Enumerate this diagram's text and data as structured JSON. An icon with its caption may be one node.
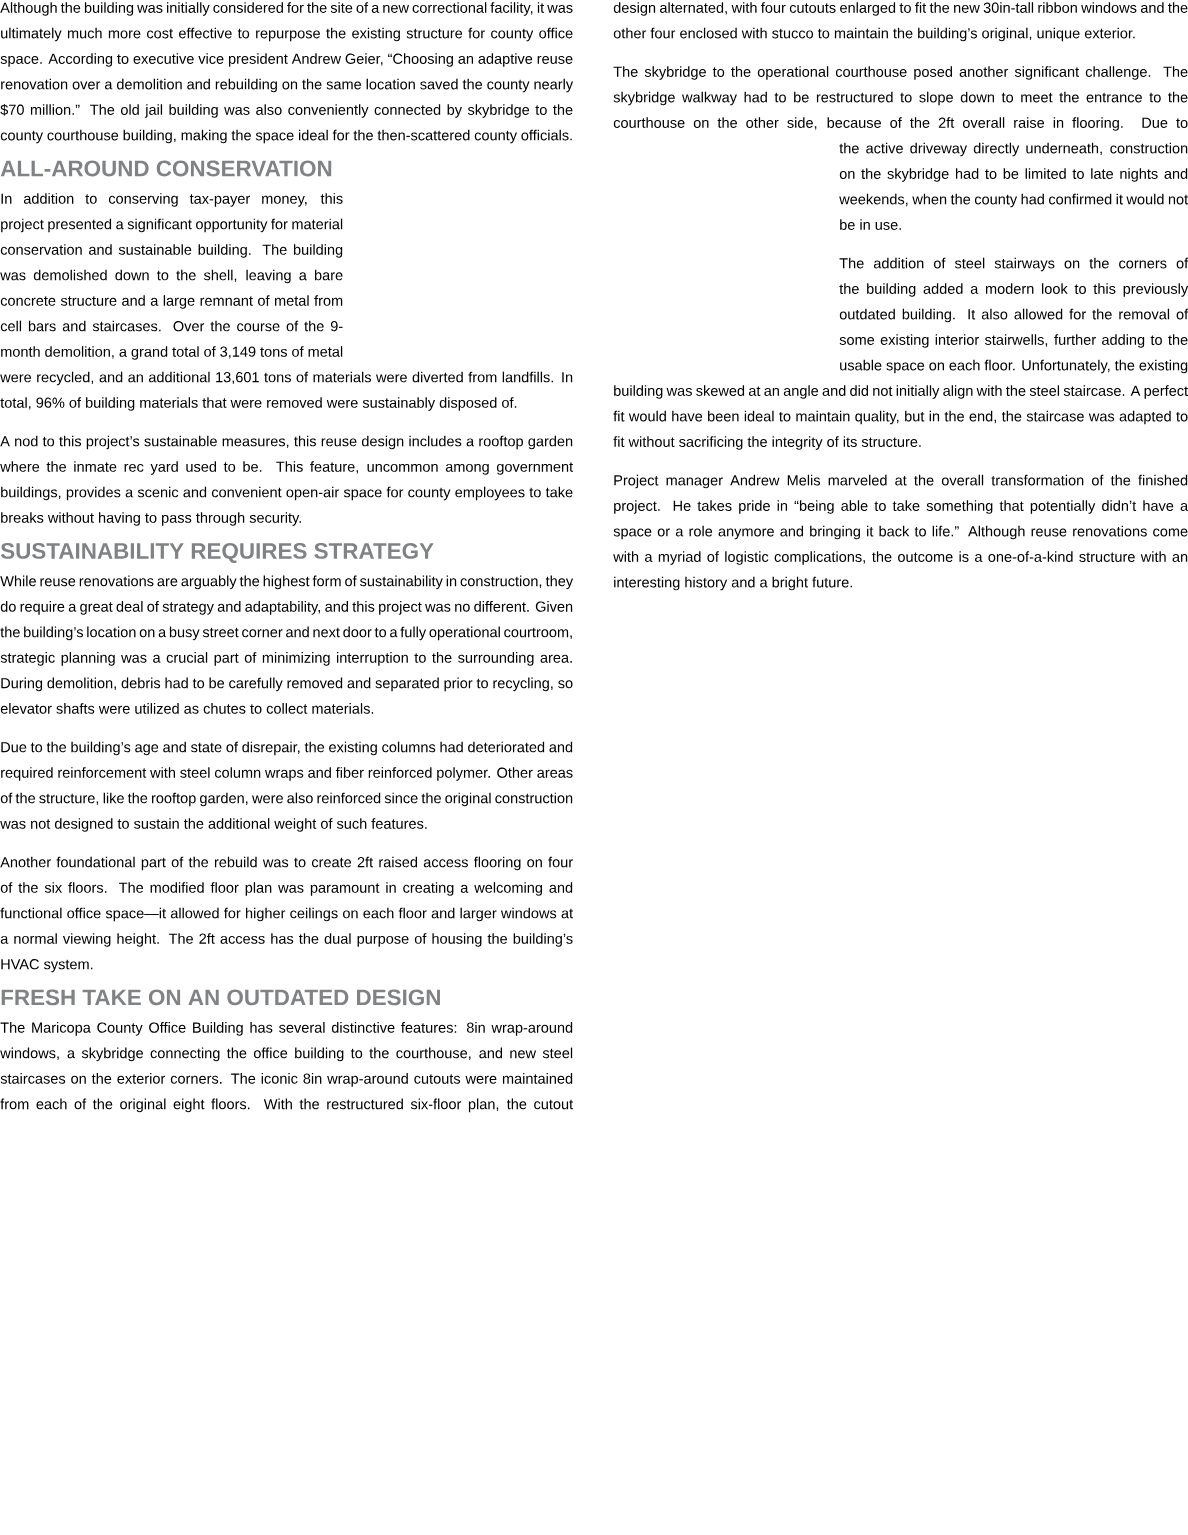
{
  "diagram": {
    "labels": [
      "Although the building was initially considered for the site of a new correctional facility, it was ultimately much more cost effective to repurpose the existing structure for county office space. According to executive vice president Andrew Geier, “Choosing an adaptive reuse renovation over a demolition and rebuilding on the same location saved the county nearly $70 million.” The old jail building was also conveniently connected by skybridge to the county courthouse building, making the space ideal for the then-scattered county officials.",
      "ALL-AROUND CONSERVATION",
      "In addition to conserving tax-payer money, this project presented a significant opportunity for material conservation and sustainable building. The building was demolished down to the shell, leaving a bare concrete structure and a large remnant of metal from cell bars and staircases. Over the course of the 9-month demolition, a grand total of 3,149 tons of metal were recycled, and an additional 13,601 tons of materials were diverted from landfills. In total, 96% of building materials that were removed were sustainably disposed of.",
      "A nod to this project’s sustainable measures, this reuse design includes a rooftop garden where the inmate rec yard used to be. This feature, uncommon among government buildings, provides a scenic and convenient open-air space for county employees to take breaks without having to pass through security.",
      "SUSTAINABILITY REQUIRES STRATEGY",
      "While reuse renovations are arguably the highest form of sustainability in construction, they do require a great deal of strategy and adaptability, and this project was no different. Given the building’s location on a busy street corner and next door to a fully operational courtroom, strategic planning was a crucial part of minimizing interruption to the surrounding area. During demolition, debris had to be carefully removed and separated prior to recycling, so elevator shafts were utilized as chutes to collect materials.",
      "Due to the building’s age and state of disrepair, the existing columns had deteriorated and required reinforcement with steel column wraps and fiber reinforced polymer. Other areas of the structure, like the rooftop garden, were also reinforced since the original construction was not designed to sustain the additional weight of such features.",
      "Another foundational part of the rebuild was to create 2ft raised access flooring on four of the six floors. The modified floor plan was paramount in creating a welcoming and functional office space—it allowed for higher ceilings on each floor and larger windows at a normal viewing height. The 2ft access has the dual purpose of housing the building’s HVAC system.",
      "FRESH TAKE ON AN OUTDATED DESIGN",
      "The Maricopa County Office Building has several distinctive features: 8in wrap-around windows, a skybridge connecting the office building to the courthouse, and new steel staircases on the exterior corners. The iconic 8in wrap-around cutouts were maintained from each of the original eight floors. With the restructured six-floor plan, the cutout",
      "design alternated, with four cutouts enlarged to fit the new 30in-tall ribbon windows and the other four enclosed with stucco to maintain the building’s original, unique exterior.",
      "The skybridge to the operational courthouse posed another significant challenge. The skybridge walkway had to be restructured to slope down to meet the entrance to the courthouse on the other side, because of the 2ft overall raise in flooring. Due to the active driveway directly underneath, construction on the skybridge had to be limited to late nights and weekends, when the county had confirmed it would not be in use.",
      "The addition of steel stairways on the corners of the building added a modern look to this previously outdated building. It also allowed for the removal of some existing interior stairwells, further adding to the usable space on each floor. Unfortunately, the existing building was skewed at an angle and did not initially align with the steel staircase. A perfect fit would have been ideal to maintain quality, but in the end, the staircase was adapted to fit without sacrificing the integrity of its structure.",
      "Project manager Andrew Melis marveled at the overall transformation of the finished project. He takes pride in “being able to take something that potentially didn’t have a space or a role anymore and bringing it back to life.” Although reuse renovations come with a myriad of logistic complications, the outcome is a one-of-a-kind structure with an interesting history and a bright future."
    ]
  }
}
